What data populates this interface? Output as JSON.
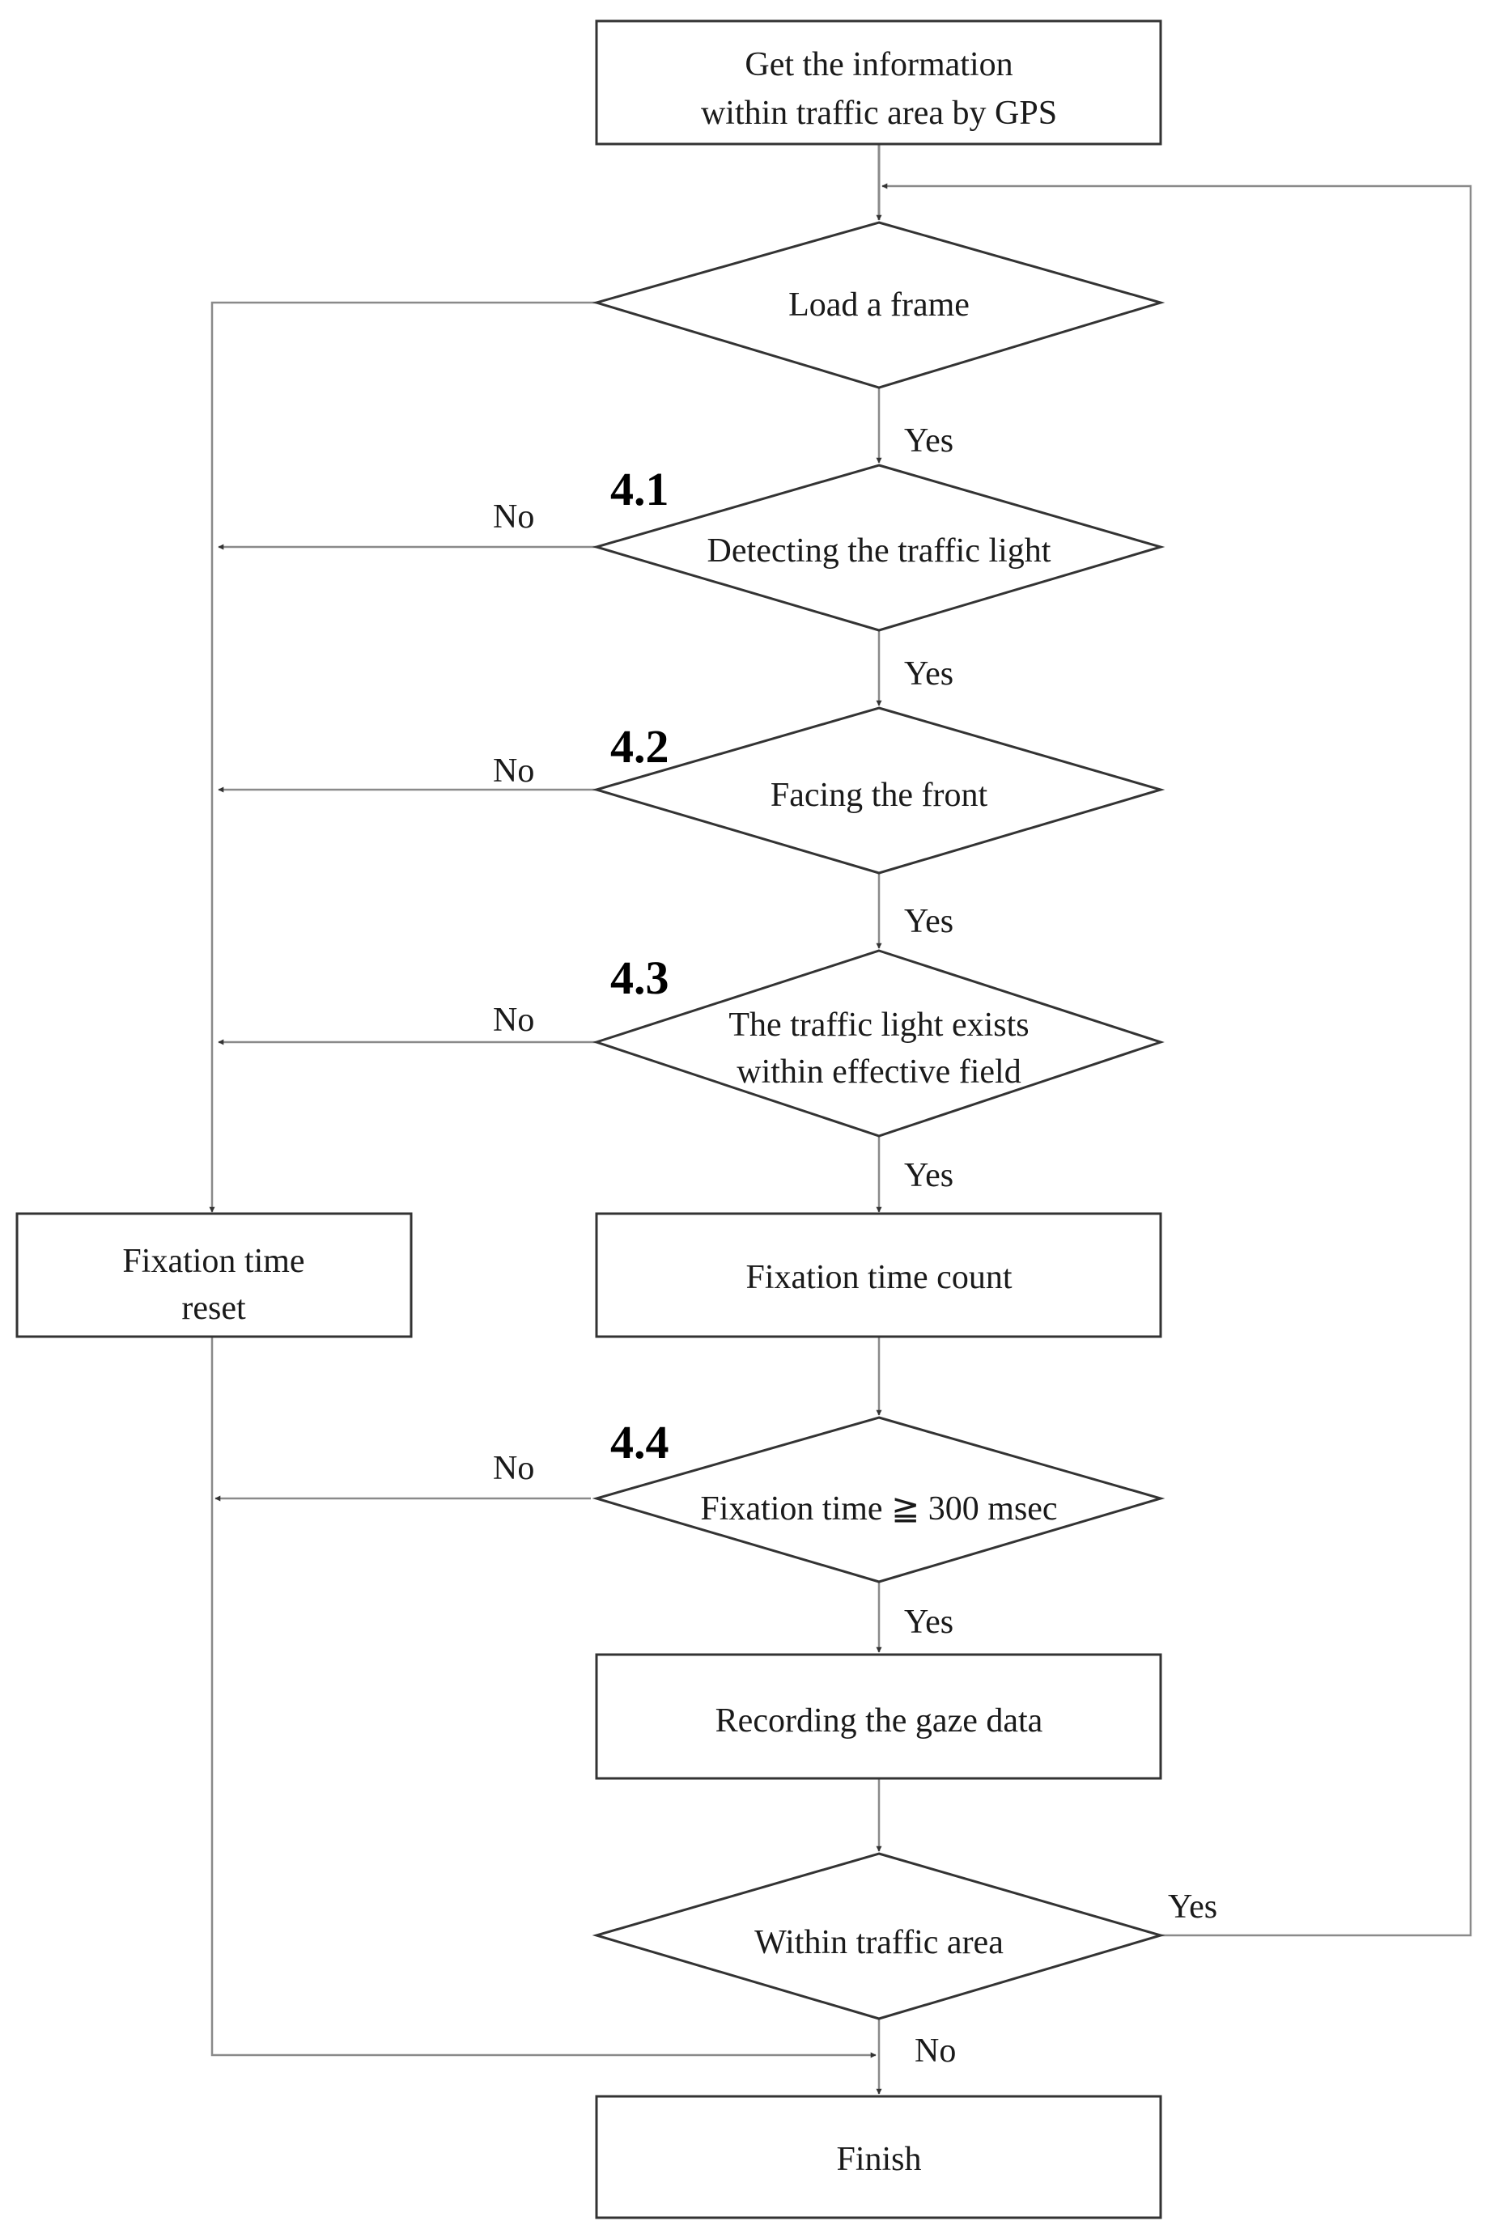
{
  "nodes": {
    "get_info": {
      "line1": "Get the information",
      "line2": "within traffic area by GPS"
    },
    "load_frame": {
      "label": "Load a frame"
    },
    "detect_light": {
      "label": "Detecting the traffic light"
    },
    "facing_front": {
      "label": "Facing the front"
    },
    "light_in_field": {
      "line1": "The traffic light exists",
      "line2": "within effective  field"
    },
    "fix_count": {
      "label": "Fixation time count"
    },
    "fix_reset": {
      "line1": "Fixation time",
      "line2": "reset"
    },
    "fix_threshold": {
      "label": "Fixation time ≧ 300 msec"
    },
    "record_gaze": {
      "label": "Recording the gaze data"
    },
    "within_area": {
      "label": "Within traffic area"
    },
    "finish": {
      "label": "Finish"
    }
  },
  "sections": [
    "4.1",
    "4.2",
    "4.3",
    "4.4"
  ],
  "edge_labels": {
    "yes": "Yes",
    "no": "No"
  },
  "colors": {
    "shape_stroke": "#333333",
    "connector": "#8a8a8a",
    "text": "#1a1a1a"
  }
}
